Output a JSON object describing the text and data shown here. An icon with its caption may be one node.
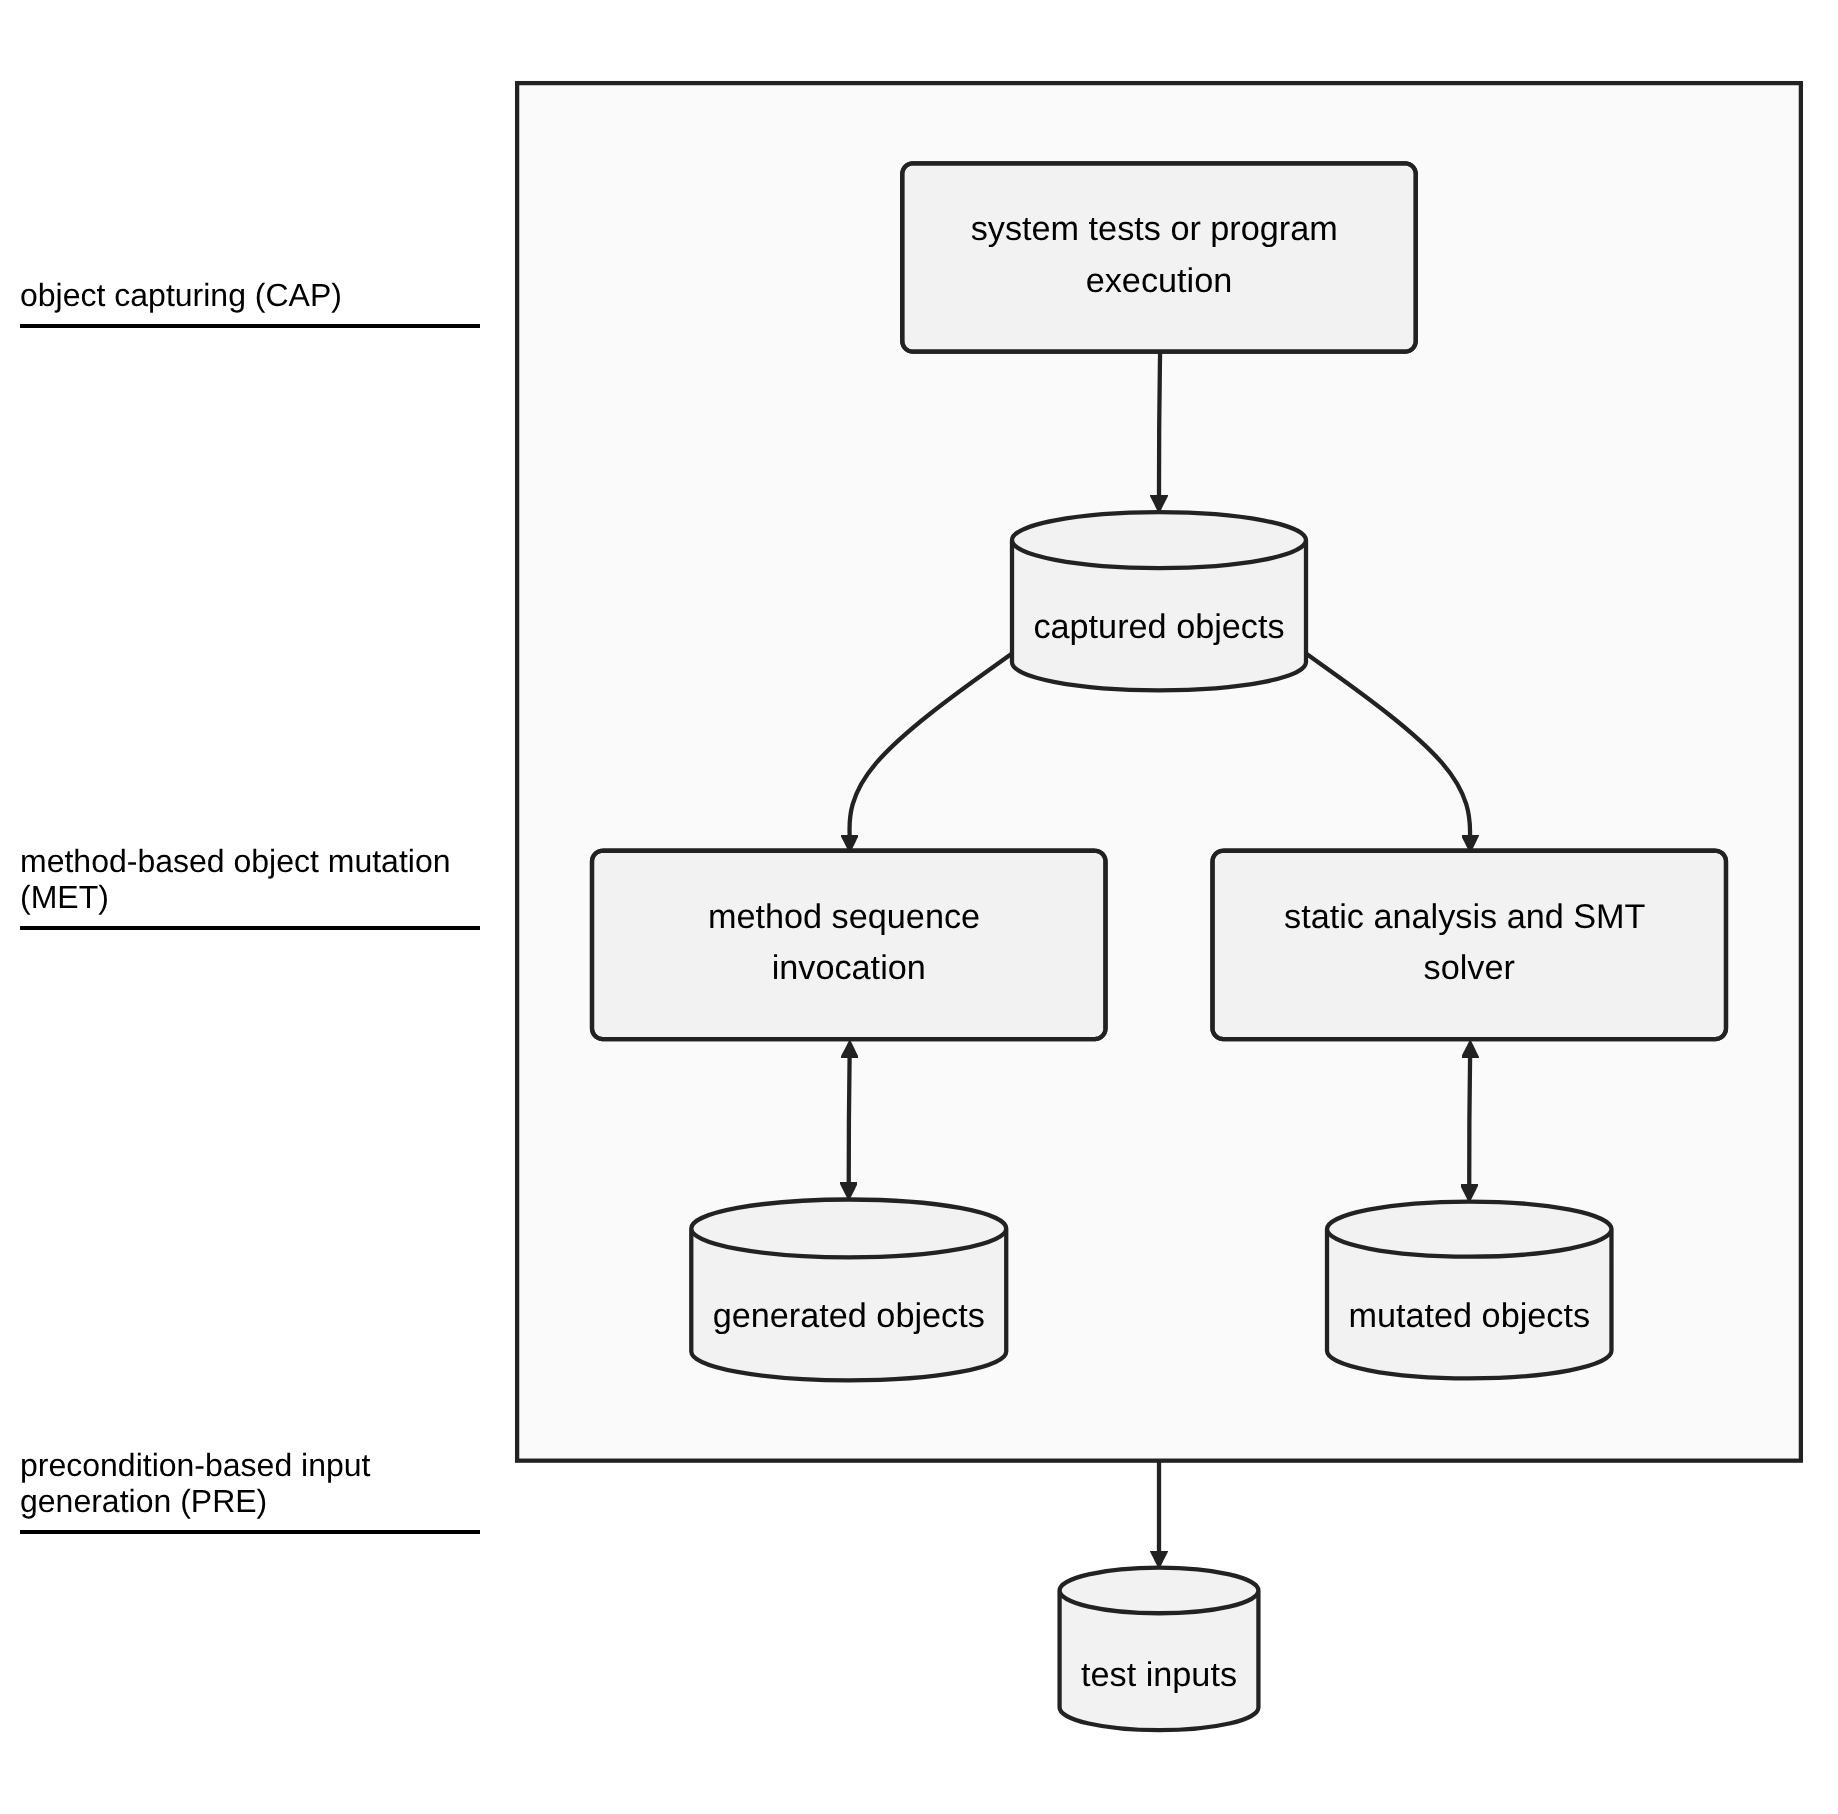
{
  "diagram": {
    "nodes": [
      {
        "text": [],
        "shape": "box"
      },
      {
        "text": [
          "system tests or program execution"
        ],
        "in": 0
      },
      {
        "text": [
          "captured objects"
        ],
        "in": 0
      },
      {
        "text": [
          "method sequence invocation"
        ],
        "in": 0
      },
      {
        "text": [
          "generated objects"
        ],
        "in": 0
      },
      {
        "text": [
          "static analysis and SMT solver"
        ],
        "in": 0
      },
      {
        "text": [
          "mutated objects"
        ],
        "in": 0
      },
      {
        "text": [
          "test inputs"
        ]
      }
    ],
    "edges": [
      {
        "from": 1,
        "to": 2,
        "arrow": "to"
      },
      {
        "from": 2,
        "to": 3,
        "arrow": "to"
      },
      {
        "from": 2,
        "to": 5,
        "arrow": "to"
      },
      {
        "from": 3,
        "to": 4,
        "arrow": "both"
      },
      {
        "from": 5,
        "to": 6,
        "arrow": "both"
      },
      {
        "from": 0,
        "to": 7,
        "arrow": "to"
      }
    ],
    "labels": [
      "object capturing (CAP)",
      "method-based object mutation (MET)",
      "precondition-based input generation (PRE)"
    ]
  }
}
